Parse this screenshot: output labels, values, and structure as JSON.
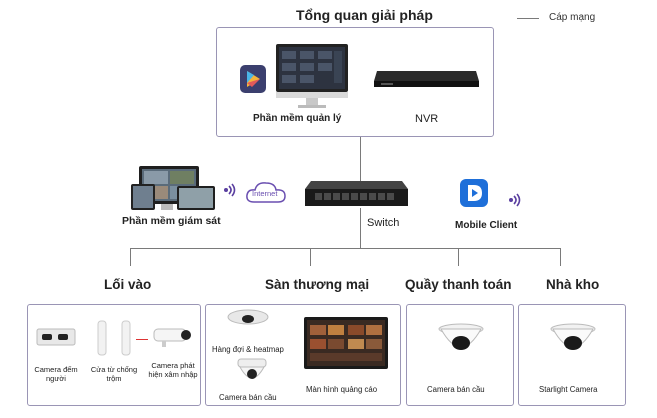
{
  "title": "Tổng quan giải pháp",
  "legend": {
    "label": "Cáp mạng"
  },
  "top_box": {
    "software_label": "Phần mềm quản lý",
    "nvr_label": "NVR"
  },
  "middle": {
    "monitoring_label": "Phần mềm giám sát",
    "internet_label": "Internet",
    "switch_label": "Switch",
    "mobile_label": "Mobile Client"
  },
  "sections": [
    {
      "title": "Lối vào",
      "items": [
        "Camera đếm người",
        "Cửa từ chống trộm",
        "Camera phát hiện xâm nhập"
      ]
    },
    {
      "title": "Sàn thương mại",
      "items": [
        "Hàng đợi & heatmap",
        "Camera bán cầu",
        "Màn hình quảng cáo"
      ]
    },
    {
      "title": "Quầy thanh toán",
      "items": [
        "Camera bán cầu"
      ]
    },
    {
      "title": "Nhà kho",
      "items": [
        "Starlight Camera"
      ]
    }
  ],
  "colors": {
    "border": "#9a95b5",
    "line": "#7a7a7a",
    "accent_blue": "#1e6fd9"
  }
}
